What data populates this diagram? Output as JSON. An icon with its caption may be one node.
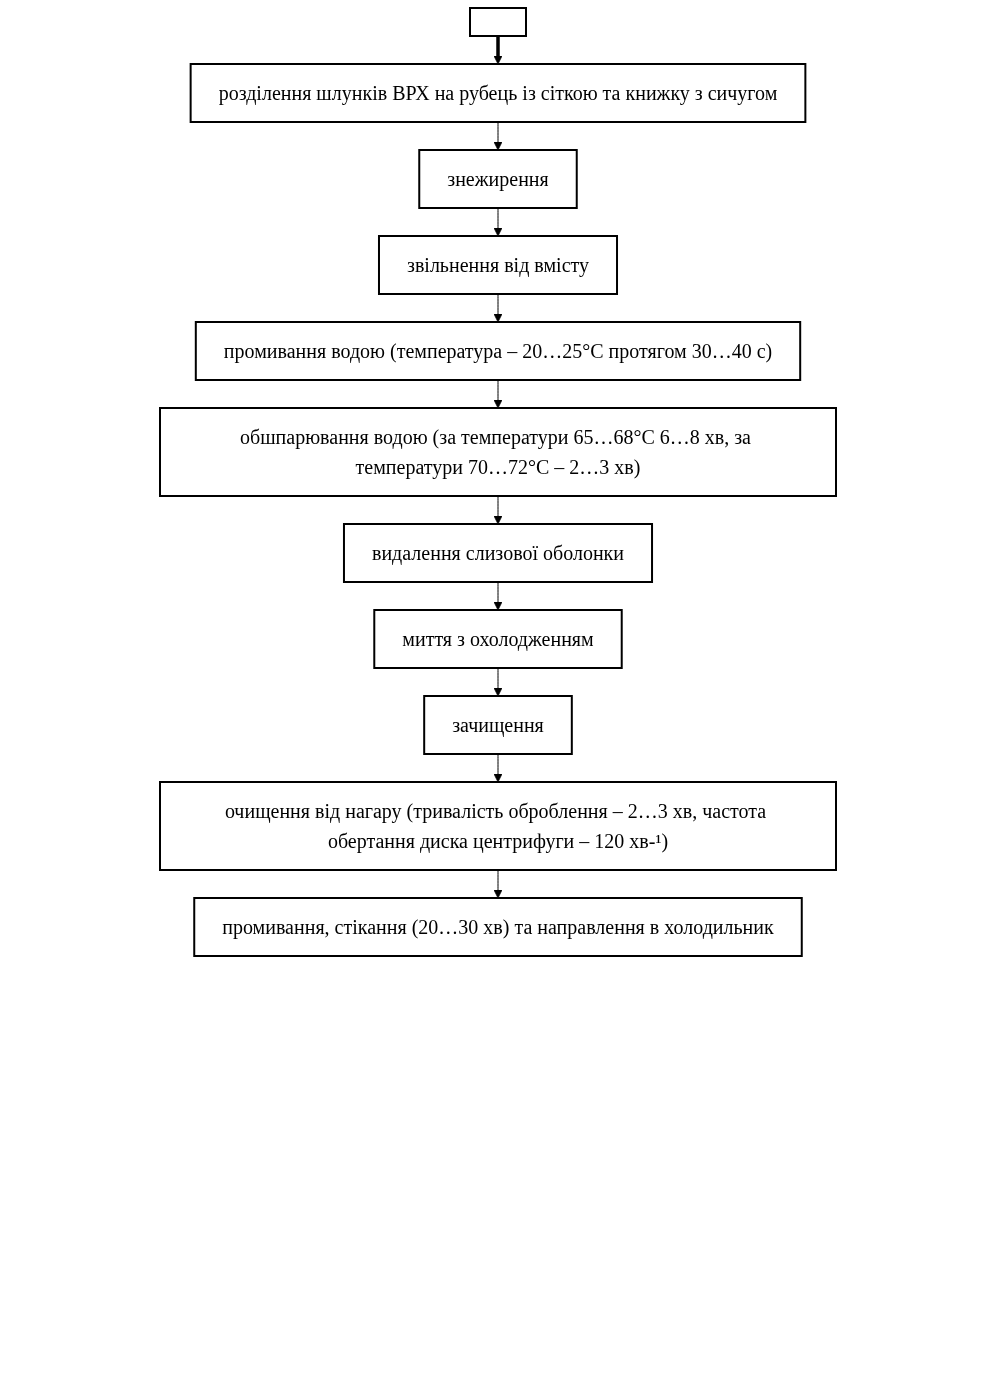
{
  "diagram": {
    "nodes": [
      {
        "text": [],
        "shape": "box"
      },
      {
        "text": [
          "розділення шлунків ВРХ на рубець із сіткою та книжку з сичугом"
        ]
      },
      {
        "text": [
          "знежирення"
        ]
      },
      {
        "text": [
          "звільнення від вмісту"
        ]
      },
      {
        "text": [
          "промивання водою (температура – 20…25°С протягом 30…40 с)"
        ]
      },
      {
        "text": [
          "обшпарювання водою (за температури 65…68°С 6…8 хв, за температури 70…72°С – 2…3 хв)"
        ]
      },
      {
        "text": [
          "видалення слизової оболонки"
        ]
      },
      {
        "text": [
          "миття з охолодженням"
        ]
      },
      {
        "text": [
          "зачищення"
        ]
      },
      {
        "text": [
          "очищення від нагару (тривалість оброблення – 2…3 хв, частота обертання диска центрифуги – 120 хв-¹)"
        ]
      },
      {
        "text": [
          "промивання, стікання (20…30 хв)  та направлення в холодильник"
        ]
      }
    ],
    "edges": [
      {
        "from": 0,
        "to": 1,
        "arrow": "to",
        "style": "thick"
      },
      {
        "from": 1,
        "to": 2,
        "arrow": "to"
      },
      {
        "from": 2,
        "to": 3,
        "arrow": "to"
      },
      {
        "from": 3,
        "to": 4,
        "arrow": "to"
      },
      {
        "from": 4,
        "to": 5,
        "arrow": "to"
      },
      {
        "from": 5,
        "to": 6,
        "arrow": "to"
      },
      {
        "from": 6,
        "to": 7,
        "arrow": "to"
      },
      {
        "from": 7,
        "to": 8,
        "arrow": "to"
      },
      {
        "from": 8,
        "to": 9,
        "arrow": "to"
      },
      {
        "from": 9,
        "to": 10,
        "arrow": "to"
      }
    ]
  }
}
